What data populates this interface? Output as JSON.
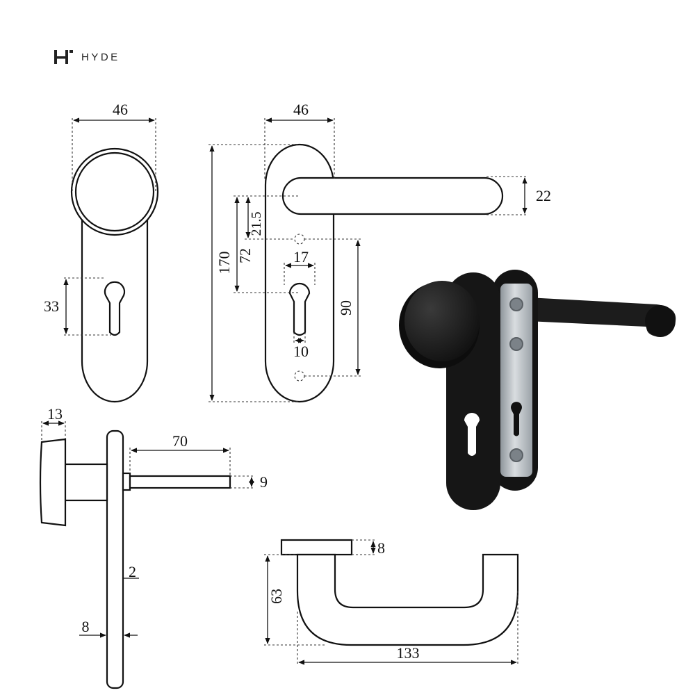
{
  "brand": {
    "name": "HYDE",
    "icon": "h-logo-icon"
  },
  "dimensions": {
    "front_knob_width": "46",
    "front_lever_width": "46",
    "overall_height": "170",
    "lever_thickness": "22",
    "lever_to_key_offset": "72",
    "lever_to_screw_offset": "21.5",
    "keyhole_width": "17",
    "screw_spacing": "90",
    "keyhole_slot_width": "10",
    "keyhole_height": "33",
    "knob_depth": "13",
    "spindle_length": "70",
    "spindle_size": "9",
    "plate_thickness": "2",
    "plate_edge": "8",
    "lever_plate_thickness": "8",
    "lever_projection": "63",
    "lever_length": "133"
  },
  "colors": {
    "line": "#111111",
    "product": "#1a1a1a",
    "steel": "#b9bfc4"
  }
}
